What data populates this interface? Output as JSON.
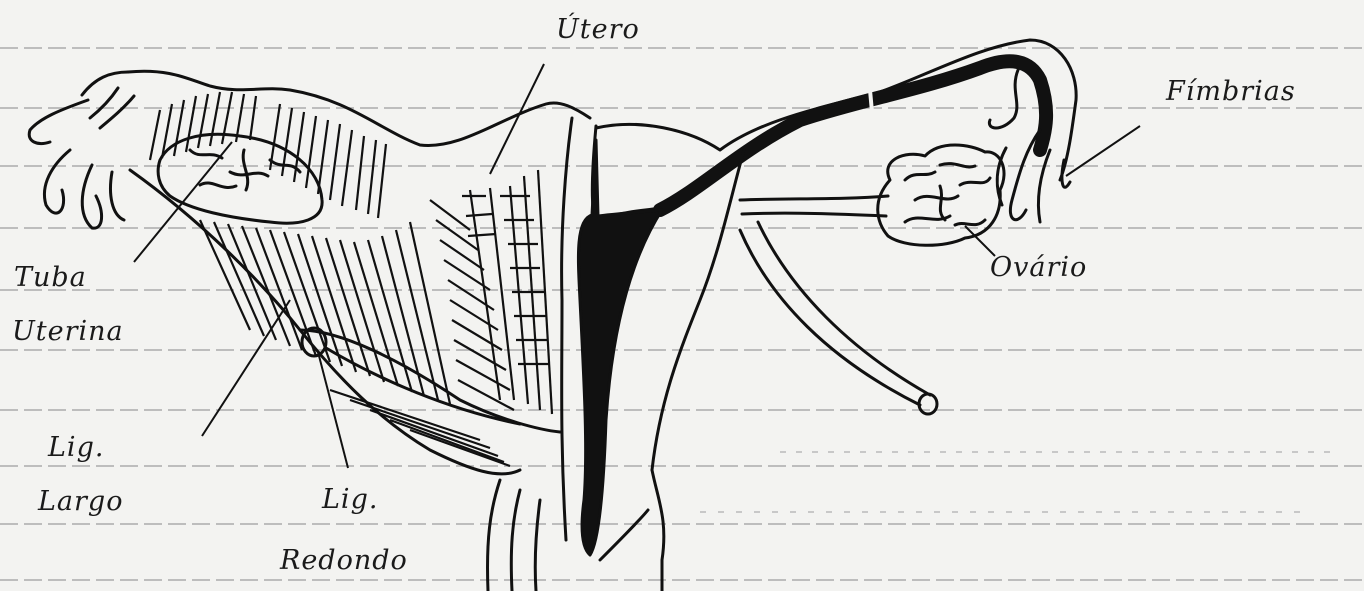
{
  "labels": {
    "utero": "Útero",
    "fimbrias": "Fímbrias",
    "ovario": "Ovário",
    "tuba_line1": "Tuba",
    "tuba_line2": "Uterina",
    "lig_largo_line1": "Lig.",
    "lig_largo_line2": "Largo",
    "lig_redondo_line1": "Lig.",
    "lig_redondo_line2": "Redondo"
  },
  "colors": {
    "paper": "#f3f3f1",
    "ink": "#111111",
    "ruled_line": "#bdbdbd"
  }
}
